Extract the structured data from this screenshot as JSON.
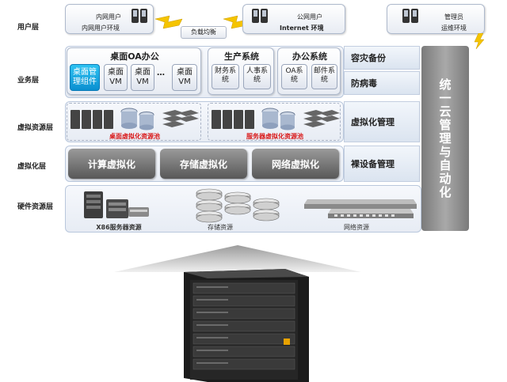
{
  "layers": {
    "user": "用户层",
    "business": "业务层",
    "virtual_resource": "虚拟资源层",
    "virtualization": "虚拟化层",
    "hardware": "硬件资源层"
  },
  "users": {
    "internal_user": "内网用户",
    "internal_env": "内网用户环境",
    "load_balance": "负载均衡",
    "public_user": "公网用户",
    "internet_env": "Internet 环境",
    "admin": "管理员",
    "ops_env": "运维环境"
  },
  "business": {
    "desktop_oa_title": "桌面OA办公",
    "desktop_mgmt": "桌面管理组件",
    "vm_label": "桌面VM",
    "ellipsis": "…",
    "production_title": "生产系统",
    "finance": "财务系统",
    "hr": "人事系统",
    "office_title": "办公系统",
    "oa": "OA系统",
    "mail": "邮件系统"
  },
  "vres": {
    "desktop_pool": "桌面虚拟化资源池",
    "server_pool": "服务器虚拟化资源池"
  },
  "virtualization": {
    "compute": "计算虚拟化",
    "storage": "存储虚拟化",
    "network": "网络虚拟化"
  },
  "hardware": {
    "x86": "X86服务器资源",
    "storage": "存储资源",
    "network": "网络资源"
  },
  "right": {
    "disaster": "容灾备份",
    "antivirus": "防病毒",
    "virt_mgmt": "虚拟化管理",
    "bare_metal": "裸设备管理",
    "unified": "统一云管理与自动化"
  },
  "colors": {
    "accent_blue": "#0a8fd0",
    "pool_red": "#d91a1a",
    "bolt_yellow": "#f5c400"
  }
}
